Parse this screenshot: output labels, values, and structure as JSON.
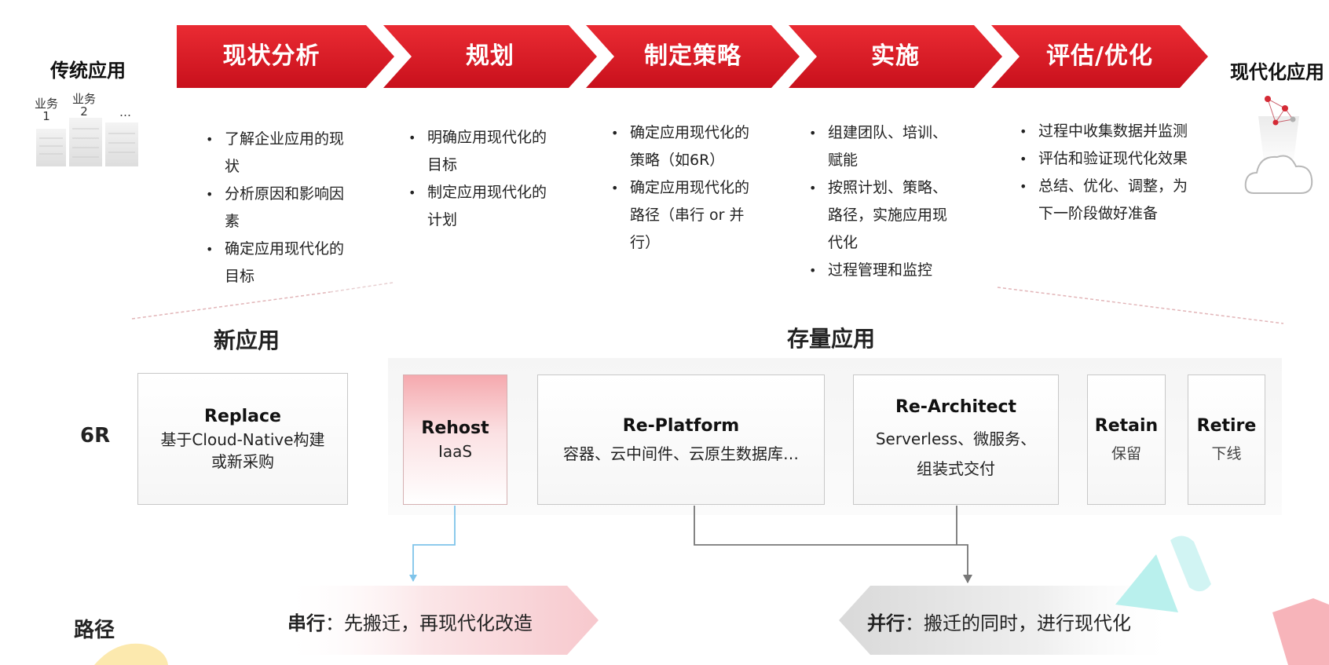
{
  "left_title": "传统应用",
  "right_title": "现代化应用",
  "legacy_icon": {
    "name": "server-stack-icon",
    "labels": [
      "业务\n1",
      "业务\n2",
      "…"
    ]
  },
  "modern_icon": {
    "name": "cloud-network-icon"
  },
  "steps": [
    {
      "label": "现状分析",
      "bullets": [
        "了解企业应用的现状",
        "分析原因和影响因素",
        "确定应用现代化的目标"
      ]
    },
    {
      "label": "规划",
      "bullets": [
        "明确应用现代化的目标",
        "制定应用现代化的计划"
      ]
    },
    {
      "label": "制定策略",
      "bullets": [
        "确定应用现代化的策略（如6R）",
        "确定应用现代化的路径（串行 or 并行）"
      ]
    },
    {
      "label": "实施",
      "bullets": [
        "组建团队、培训、赋能",
        "按照计划、策略、路径，实施应用现代化",
        "过程管理和监控"
      ]
    },
    {
      "label": "评估/优化",
      "bullets": [
        "过程中收集数据并监测",
        "评估和验证现代化效果",
        "总结、优化、调整，为下一阶段做好准备"
      ]
    }
  ],
  "new_app_title": "新应用",
  "existing_app_title": "存量应用",
  "row_label_6r": "6R",
  "row_label_path": "路径",
  "boxes": {
    "replace": {
      "title": "Replace",
      "line1": "基于Cloud-Native构建",
      "line2": "或新采购"
    },
    "rehost": {
      "title": "Rehost",
      "desc": "IaaS"
    },
    "replatform": {
      "title": "Re-Platform",
      "desc": "容器、云中间件、云原生数据库…"
    },
    "rearchitect": {
      "title": "Re-Architect",
      "line1": "Serverless、微服务、",
      "line2": "组装式交付"
    },
    "retain": {
      "title": "Retain",
      "desc": "保留"
    },
    "retire": {
      "title": "Retire",
      "desc": "下线"
    }
  },
  "paths": {
    "serial": {
      "label": "串行",
      "desc": "：先搬迁，再现代化改造"
    },
    "parallel": {
      "label": "并行",
      "desc": "：搬迁的同时，进行现代化"
    }
  },
  "colors": {
    "accent_red": "#e0202c",
    "rehost_pink": "#f5a9ae",
    "connector_blue": "#7fc4ea",
    "connector_gray": "#777777"
  }
}
